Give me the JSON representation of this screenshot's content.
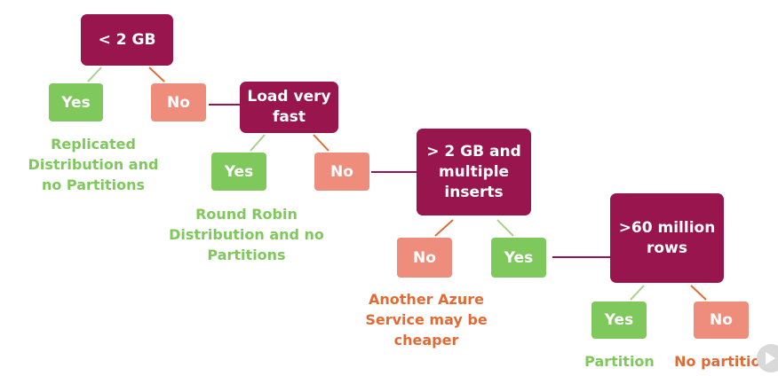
{
  "decisions": {
    "d1": "< 2 GB",
    "d2": "Load very fast",
    "d3": "> 2 GB and multiple inserts",
    "d4": ">60 million rows"
  },
  "answers": {
    "yes": "Yes",
    "no": "No"
  },
  "outcomes": {
    "replicated": "Replicated Distribution and no Partitions",
    "round_robin": "Round Robin Distribution and no Partitions",
    "another_azure": "Another Azure Service may be cheaper",
    "partition": "Partition",
    "no_partition": "No partition"
  },
  "colors": {
    "decision": "#99154e",
    "yes": "#7fc85c",
    "no": "#ef8d7d",
    "outcome_green": "#7fc85c",
    "outcome_orange": "#e26b35"
  },
  "icons": {
    "player": "play-icon"
  }
}
